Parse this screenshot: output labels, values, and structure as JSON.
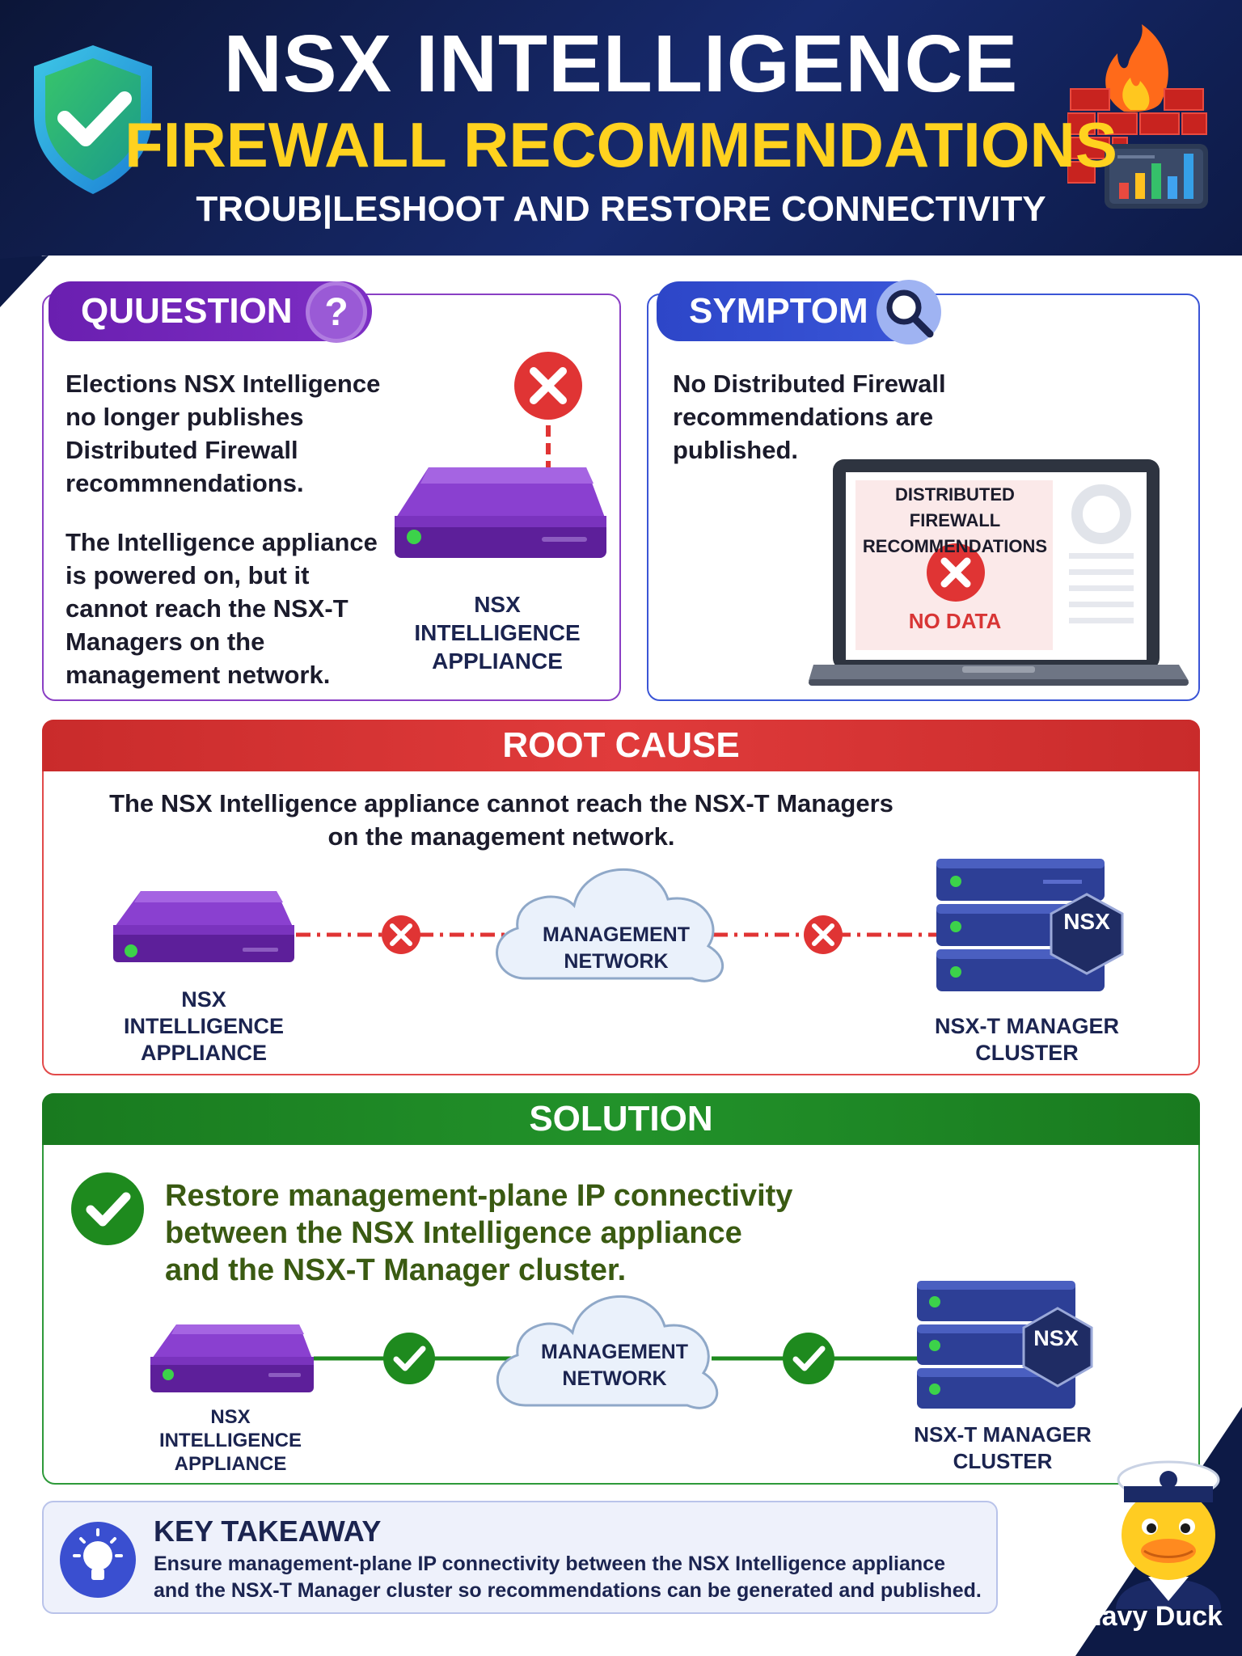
{
  "header": {
    "title": "NSX INTELLIGENCE",
    "subtitle": "FIREWALL RECOMMENDATIONS",
    "tagline": "TROUB|LESHOOT AND RESTORE CONNECTIVITY"
  },
  "question": {
    "label": "QUUESTION",
    "paragraph1": "Elections NSX Intelligence no longer publishes Distributed Firewall recommnendations.",
    "paragraph2": "The Intelligence appliance is powered on, but it cannot reach the NSX-T Managers on the management network.",
    "appliance_label": [
      "NSX",
      "INTELLIGENCE",
      "APPLIANCE"
    ]
  },
  "symptom": {
    "label": "SYMPTOM",
    "text": "No Distributed Firewall recommendations are published.",
    "screen_title": [
      "DISTRIBUTED FIREWALL",
      "RECOMMENDATIONS"
    ],
    "screen_status": "NO DATA"
  },
  "root_cause": {
    "label": "ROOT CAUSE",
    "text_line1": "The NSX Intelligence appliance cannot reach the NSX-T Managers",
    "text_line2": "on the management network.",
    "appliance_label": [
      "NSX",
      "INTELLIGENCE",
      "APPLIANCE"
    ],
    "cloud_label": [
      "MANAGEMENT",
      "NETWORK"
    ],
    "cluster_label": [
      "NSX-T MANAGER",
      "CLUSTER"
    ],
    "nsx_badge": "NSX"
  },
  "solution": {
    "label": "SOLUTION",
    "text": [
      "Restore management-plane IP connectivity",
      "between the NSX Intelligence appliance",
      "and the NSX-T Manager cluster."
    ],
    "appliance_label": [
      "NSX",
      "INTELLIGENCE",
      "APPLIANCE"
    ],
    "cloud_label": [
      "MANAGEMENT",
      "NETWORK"
    ],
    "cluster_label": [
      "NSX-T MANAGER",
      "CLUSTER"
    ],
    "nsx_badge": "NSX"
  },
  "takeaway": {
    "label": "KEY TAKEAWAY",
    "line1": "Ensure management-plane IP connectivity between the NSX Intelligence appliance",
    "line2": "and the NSX-T Manager cluster so recommendations can be generated and published."
  },
  "brand": {
    "name": "Navy Duck"
  },
  "colors": {
    "purple": "#6a1fb0",
    "blue": "#2d46c8",
    "red": "#d83535",
    "green": "#1e8a1e",
    "yellow": "#ffd21f",
    "navy": "#0c1638"
  }
}
